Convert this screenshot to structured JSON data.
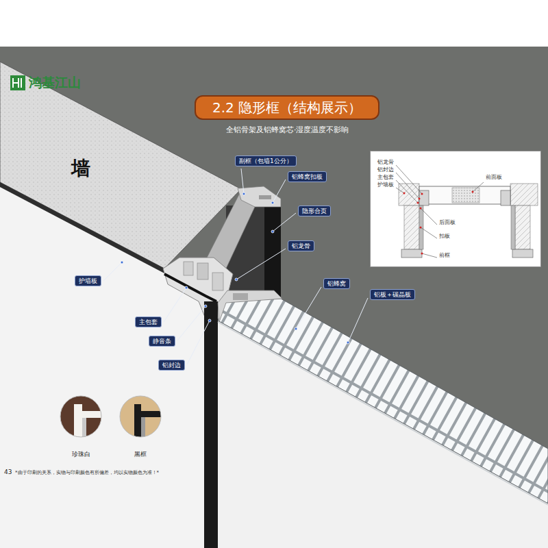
{
  "diagram": {
    "title": "2.2 隐形框（结构展示）",
    "nodes": [
      {
        "text": [
          "副框（包墙1公分）"
        ]
      },
      {
        "text": [
          "铝蜂窝扣板"
        ]
      },
      {
        "text": [
          "隐形合页"
        ]
      },
      {
        "text": [
          "铝龙骨"
        ]
      },
      {
        "text": [
          "护墙板"
        ]
      },
      {
        "text": [
          "铝蜂窝"
        ]
      },
      {
        "text": [
          "主包套"
        ]
      },
      {
        "text": [
          "铝板＋碳晶板"
        ]
      },
      {
        "text": [
          "静音条"
        ]
      },
      {
        "text": [
          "铝封边"
        ]
      },
      {
        "text": [
          "铝龙骨",
          "铝封边",
          "主包套",
          "护墙板",
          "前面板",
          "后面板",
          "扣板",
          "前框"
        ]
      }
    ],
    "labels": [
      "鸿基江山",
      "全铝骨架及铝蜂窝芯·湿度温度不影响",
      "墙",
      "珍珠白",
      "黑框",
      "43",
      "*由于印刷的关系，实物与印刷颜色有所偏差，均以实物颜色为准！*"
    ]
  }
}
